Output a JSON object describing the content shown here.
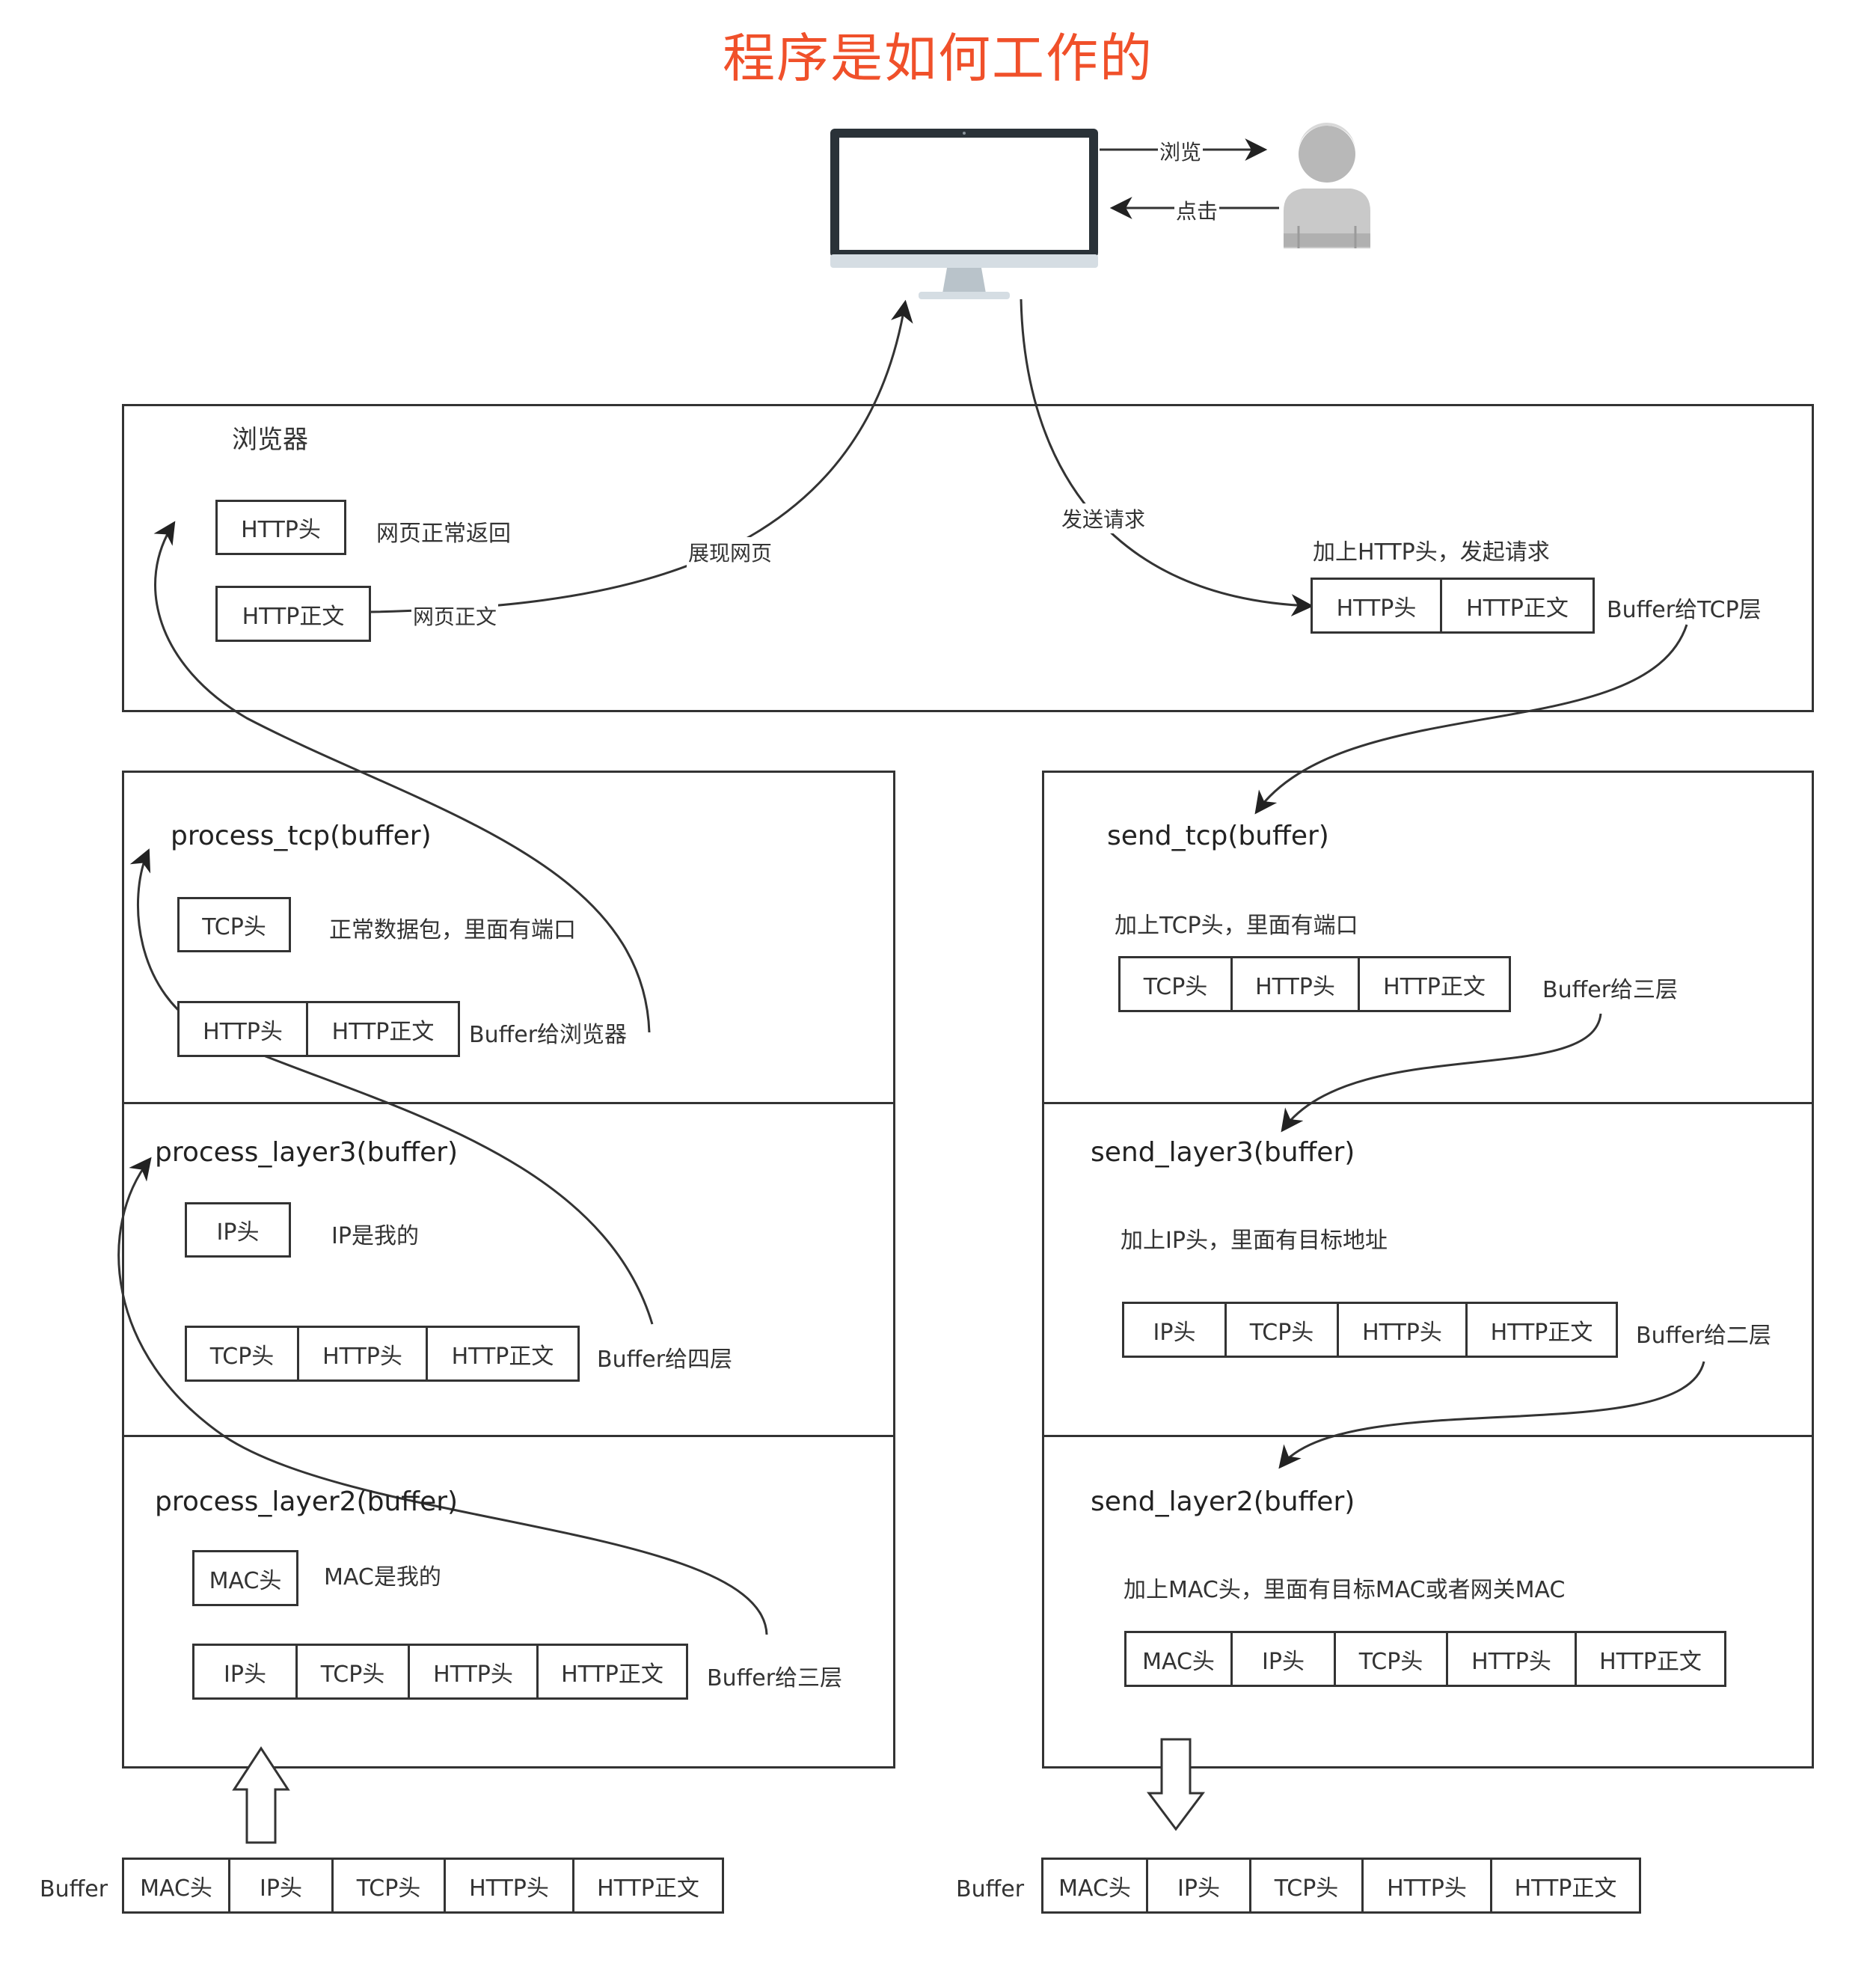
{
  "title": "程序是如何工作的",
  "top": {
    "browse_label": "浏览",
    "click_label": "点击"
  },
  "browser": {
    "label": "浏览器",
    "http_head": "HTTP头",
    "page_ok": "网页正常返回",
    "http_body": "HTTP正文",
    "page_body": "网页正文",
    "show_page": "展现网页",
    "send_request": "发送请求",
    "add_http": "加上HTTP头，发起请求",
    "out_cells": [
      "HTTP头",
      "HTTP正文"
    ],
    "buffer_to_tcp": "Buffer给TCP层"
  },
  "left": {
    "tcp": {
      "fn": "process_tcp(buffer)",
      "head": "TCP头",
      "note": "正常数据包，里面有端口",
      "cells": [
        "HTTP头",
        "HTTP正文"
      ],
      "buffer_note": "Buffer给浏览器"
    },
    "layer3": {
      "fn": "process_layer3(buffer)",
      "head": "IP头",
      "note": "IP是我的",
      "cells": [
        "TCP头",
        "HTTP头",
        "HTTP正文"
      ],
      "buffer_note": "Buffer给四层"
    },
    "layer2": {
      "fn": "process_layer2(buffer)",
      "head": "MAC头",
      "note": "MAC是我的",
      "cells": [
        "IP头",
        "TCP头",
        "HTTP头",
        "HTTP正文"
      ],
      "buffer_note": "Buffer给三层"
    },
    "buffer_label": "Buffer",
    "buffer_cells": [
      "MAC头",
      "IP头",
      "TCP头",
      "HTTP头",
      "HTTP正文"
    ]
  },
  "right": {
    "tcp": {
      "fn": "send_tcp(buffer)",
      "note": "加上TCP头，里面有端口",
      "cells": [
        "TCP头",
        "HTTP头",
        "HTTP正文"
      ],
      "buffer_note": "Buffer给三层"
    },
    "layer3": {
      "fn": "send_layer3(buffer)",
      "note": "加上IP头，里面有目标地址",
      "cells": [
        "IP头",
        "TCP头",
        "HTTP头",
        "HTTP正文"
      ],
      "buffer_note": "Buffer给二层"
    },
    "layer2": {
      "fn": "send_layer2(buffer)",
      "note": "加上MAC头，里面有目标MAC或者网关MAC",
      "cells": [
        "MAC头",
        "IP头",
        "TCP头",
        "HTTP头",
        "HTTP正文"
      ]
    },
    "buffer_label": "Buffer",
    "buffer_cells": [
      "MAC头",
      "IP头",
      "TCP头",
      "HTTP头",
      "HTTP正文"
    ]
  }
}
